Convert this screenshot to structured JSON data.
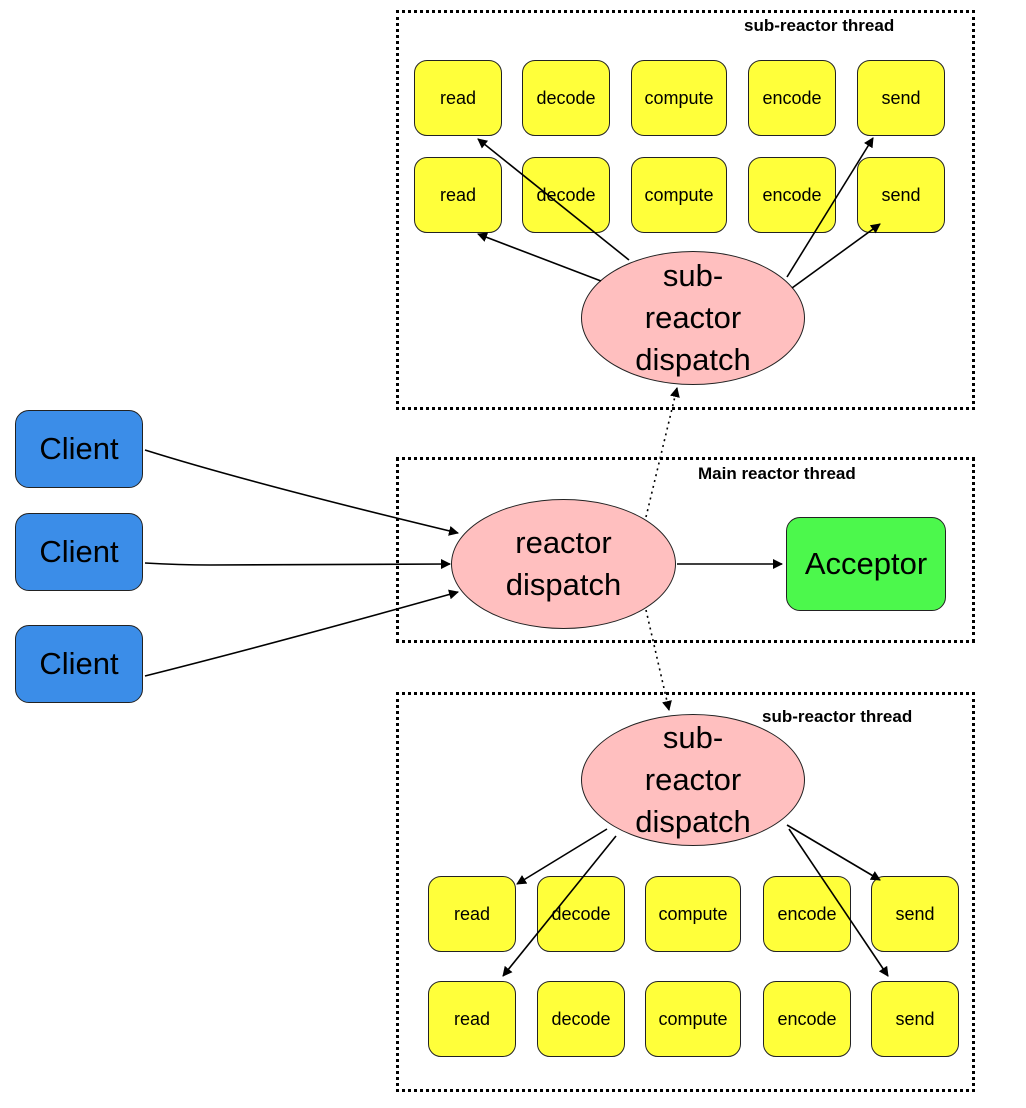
{
  "groups": {
    "sub_top": {
      "title": "sub-reactor thread"
    },
    "main": {
      "title": "Main reactor thread"
    },
    "sub_bottom": {
      "title": "sub-reactor thread"
    }
  },
  "clients": [
    "Client",
    "Client",
    "Client"
  ],
  "acceptor": "Acceptor",
  "main_dispatch": [
    "reactor",
    "dispatch"
  ],
  "sub_dispatch_top": [
    "sub-",
    "reactor",
    "dispatch"
  ],
  "sub_dispatch_bottom": [
    "sub-",
    "reactor",
    "dispatch"
  ],
  "pipeline_top": [
    [
      "read",
      "decode",
      "compute",
      "encode",
      "send"
    ],
    [
      "read",
      "decode",
      "compute",
      "encode",
      "send"
    ]
  ],
  "pipeline_bottom": [
    [
      "read",
      "decode",
      "compute",
      "encode",
      "send"
    ],
    [
      "read",
      "decode",
      "compute",
      "encode",
      "send"
    ]
  ],
  "colors": {
    "task": "#ffff3a",
    "client": "#3b8de8",
    "acceptor": "#4cf84c",
    "dispatcher": "#ffbfbf"
  }
}
